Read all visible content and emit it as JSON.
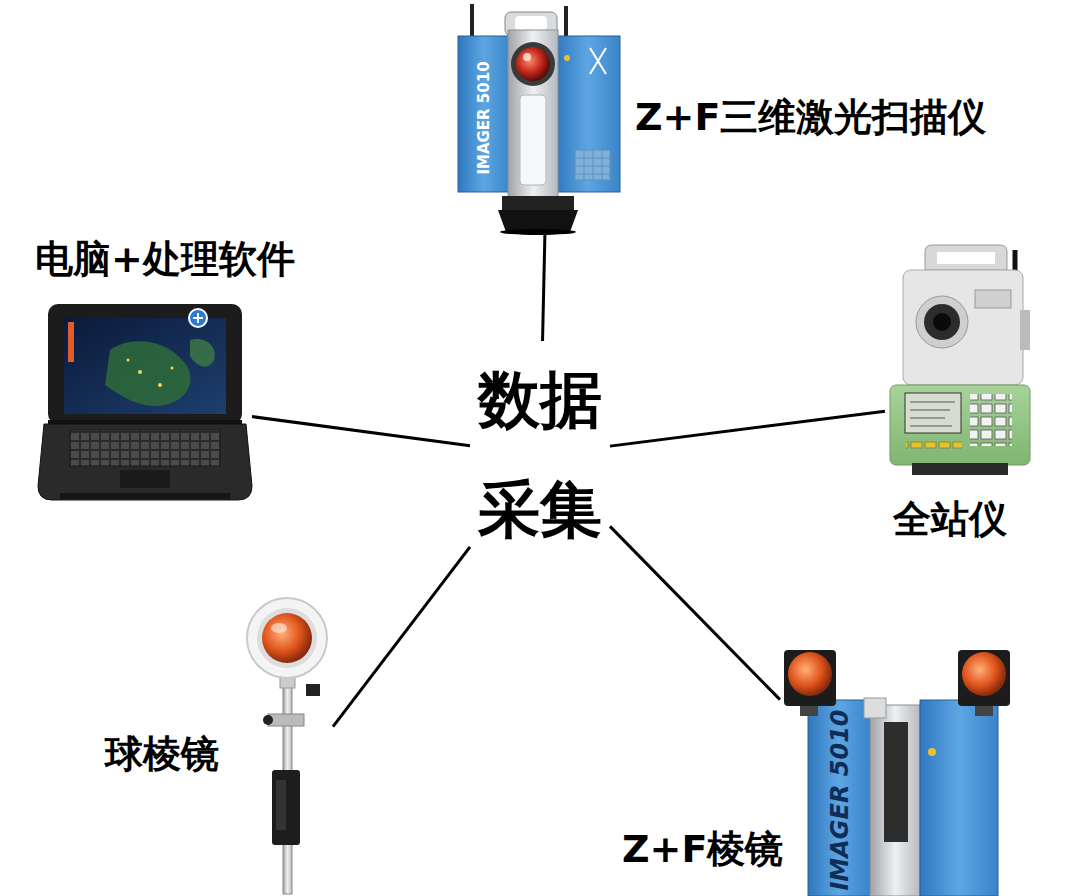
{
  "diagram": {
    "nodes": [
      {
        "text": [
          "数据 采集"
        ]
      },
      {
        "text": [
          "Z+F三维激光扫描仪"
        ]
      },
      {
        "text": [
          "全站仪"
        ]
      },
      {
        "text": [
          "Z+F棱镜"
        ]
      },
      {
        "text": [
          "球棱镜"
        ]
      },
      {
        "text": [
          "电脑+处理软件"
        ]
      }
    ],
    "edges": [
      {
        "from": 0,
        "to": 1,
        "arrow": "none"
      },
      {
        "from": 0,
        "to": 2,
        "arrow": "none"
      },
      {
        "from": 0,
        "to": 3,
        "arrow": "none"
      },
      {
        "from": 0,
        "to": 4,
        "arrow": "none"
      },
      {
        "from": 0,
        "to": 5,
        "arrow": "none"
      }
    ],
    "labels": [
      "IMAGER 5010",
      "IMAGER 5010"
    ]
  }
}
